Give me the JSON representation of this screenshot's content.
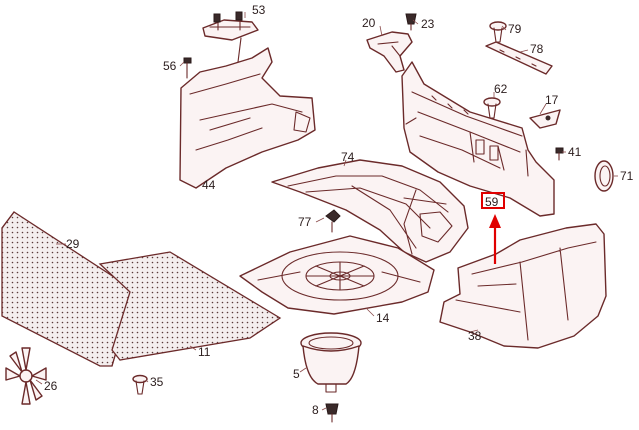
{
  "labels": {
    "p53": "53",
    "p20": "20",
    "p23": "23",
    "p79": "79",
    "p78": "78",
    "p56": "56",
    "p62": "62",
    "p17": "17",
    "p44": "44",
    "p74": "74",
    "p41": "41",
    "p71": "71",
    "p59": "59",
    "p77": "77",
    "p29": "29",
    "p14": "14",
    "p38": "38",
    "p11": "11",
    "p5": "5",
    "p26": "26",
    "p35": "35",
    "p8": "8"
  },
  "colors": {
    "line": "#6b2a2a",
    "highlight": "#e00000"
  },
  "highlighted_part": "59"
}
